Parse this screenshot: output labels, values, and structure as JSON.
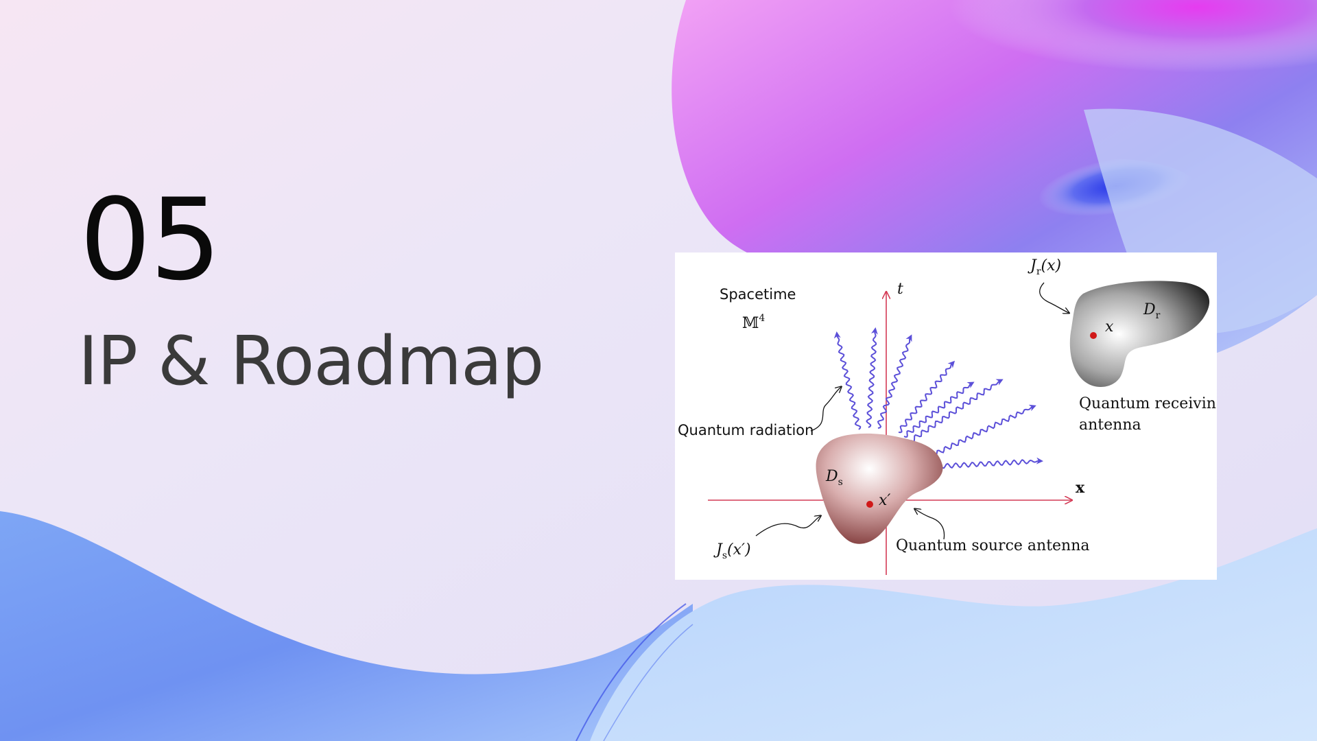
{
  "slide": {
    "section_number": "05",
    "section_title": "IP & Roadmap"
  },
  "figure": {
    "spacetime_label": "Spacetime",
    "manifold_label": "𝕄",
    "manifold_superscript": "4",
    "t_axis_label": "t",
    "x_axis_label": "x",
    "radiation_label": "Quantum radiation",
    "receiver_current_label": "J",
    "receiver_current_sub": "r",
    "receiver_current_arg": "(x)",
    "receiver_point_label": "x",
    "receiver_domain_label": "D",
    "receiver_domain_sub": "r",
    "receiver_label_line1": "Quantum receiving",
    "receiver_label_line2": "antenna",
    "source_domain_label": "D",
    "source_domain_sub": "s",
    "source_point_label": "x′",
    "source_current_label": "J",
    "source_current_sub": "s",
    "source_current_arg": "(x′)",
    "source_label": "Quantum source antenna"
  },
  "colors": {
    "axis": "#d43a55",
    "radiation": "#5b4fd8",
    "point": "#d01818",
    "background_accent_magenta": "#e24bf0",
    "background_accent_blue": "#2f3fe6"
  },
  "icons": {
    "radiation_arrow": "wavy-arrow-icon",
    "pointer": "curved-pointer-icon"
  }
}
